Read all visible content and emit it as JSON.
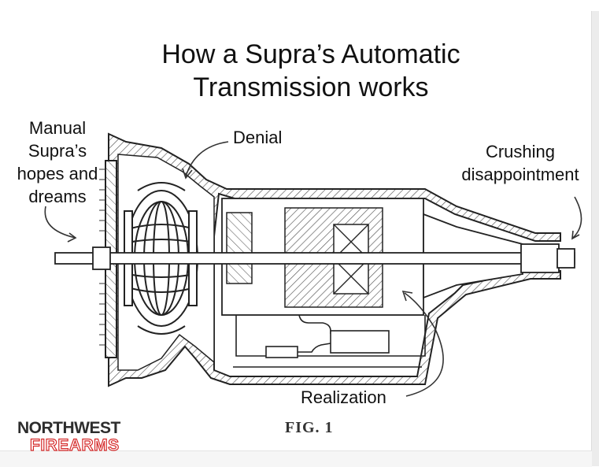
{
  "title": "How a Supra’s Automatic Transmission works",
  "labels": {
    "manual": [
      "Manual",
      "Supra’s",
      "hopes and",
      "dreams"
    ],
    "denial": "Denial",
    "crushing": [
      "Crushing",
      "disappointment"
    ],
    "realization": "Realization"
  },
  "figure_caption": "FIG. 1",
  "logo": {
    "line1": "NORTHWEST",
    "line2": "FIREARMS",
    "accent_color": "#d52b2b"
  }
}
